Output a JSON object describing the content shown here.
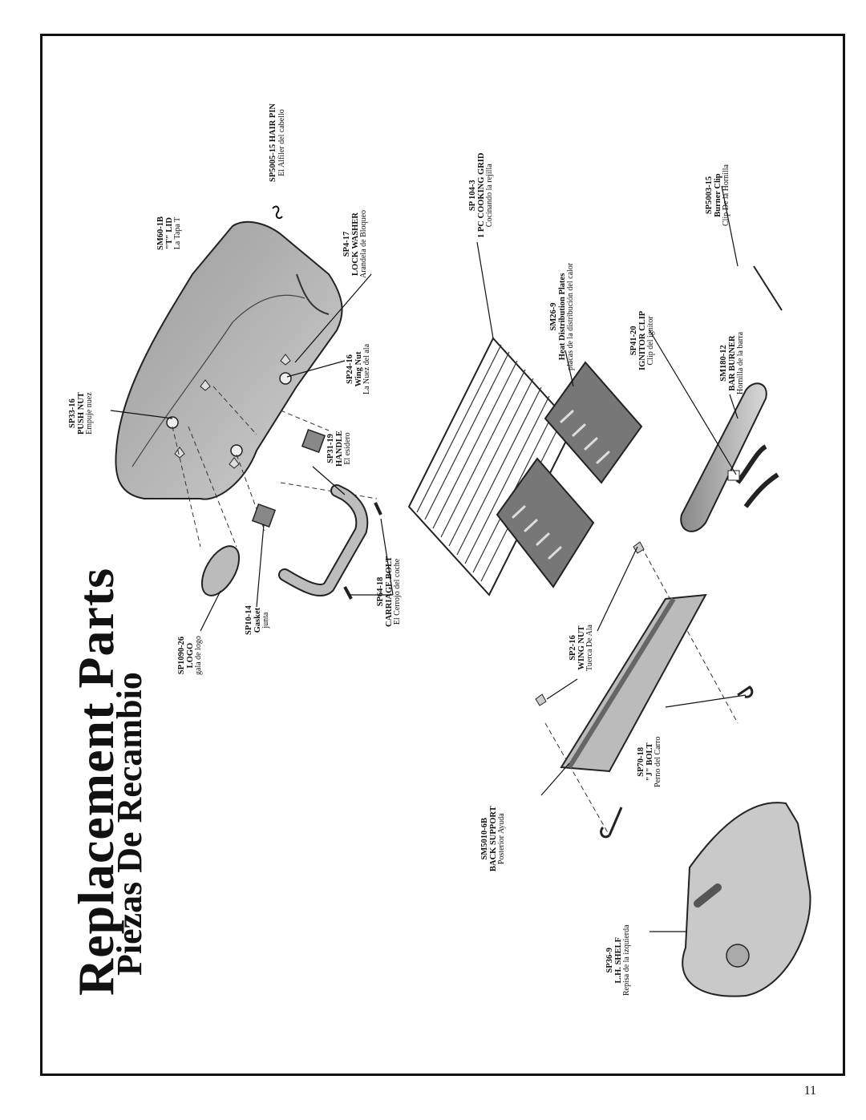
{
  "title": "Replacement Parts",
  "subtitle": "Piezas De Recambio",
  "page_number": "11",
  "parts": {
    "hair_pin": {
      "code": "SP5005-15 HAIR PIN",
      "es": "El Alfiler del cabello"
    },
    "lid": {
      "code": "SM60-1B",
      "name": "\"T\" LID",
      "es": "La Tapa T"
    },
    "lock_washer": {
      "code": "SP4-17",
      "name": "LOCK WASHER",
      "es": "Arandela de Bloqueo"
    },
    "push_nut": {
      "code": "SP33-16",
      "name": "PUSH NUT",
      "es": "Empuje nuez"
    },
    "wing_nut_lid": {
      "code": "SP24-16",
      "name": "Wing Nut",
      "es": "La Nuez del ala"
    },
    "handle": {
      "code": "SP31-19",
      "name": "HANDLE",
      "es": "El esidero"
    },
    "logo": {
      "code": "SP1090-26",
      "name": "LOGO",
      "es": "gala de logo"
    },
    "gasket": {
      "code": "SP10-14",
      "name": "Gasket",
      "es": "junta"
    },
    "carriage_bolt": {
      "code": "SP64-18",
      "name": "CARRIAGE BOLT",
      "es": "El Cerrojo del coche"
    },
    "cooking_grid": {
      "code": "SP 104-3",
      "name": "1 PC COOKING GRID",
      "es": "Cocinando la rejilla"
    },
    "heat_plates": {
      "code": "SM26-9",
      "name": "Heat Distribution Plates",
      "es": "placas de la distribución del calor"
    },
    "burner_clip": {
      "code": "SP5003-15",
      "name": "Burner Clip",
      "es": "Clip De la Hornilla"
    },
    "ignitor_clip": {
      "code": "SP41-20",
      "name": "IGNITOR CLIP",
      "es": "Clip del ignitor"
    },
    "bar_burner": {
      "code": "SM180-12",
      "name": "BAR BURNER",
      "es": "Hornilla de la barra"
    },
    "wing_nut": {
      "code": "SP2-16",
      "name": "WING NUT",
      "es": "Tuerca De Ala"
    },
    "j_bolt": {
      "code": "SP70-18",
      "name": "\"J\" BOLT",
      "es": "Perno del Carro"
    },
    "back_support": {
      "code": "SM5010-6B",
      "name": "BACK SUPPORT",
      "es": "Posterior Ayuda"
    },
    "lh_shelf": {
      "code": "SP36-9",
      "name": "L.H. SHELF",
      "es": "Repisa de la izquierda"
    }
  }
}
